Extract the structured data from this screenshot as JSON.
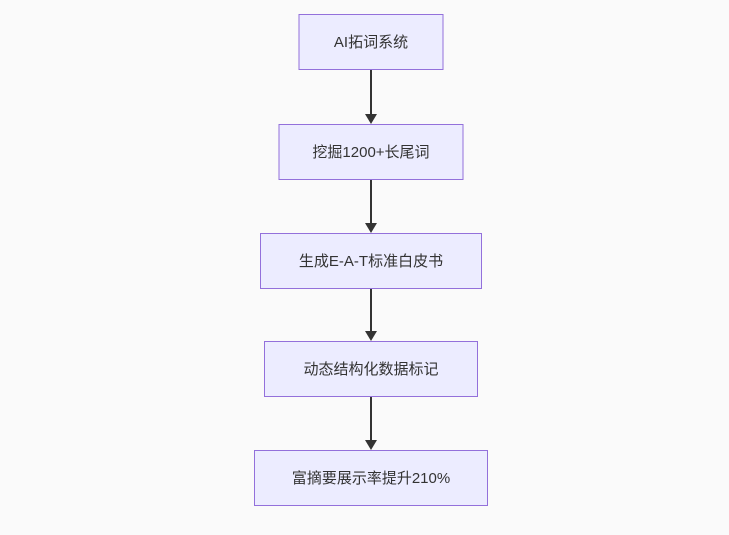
{
  "diagram": {
    "type": "flowchart",
    "direction": "top-down",
    "nodes": [
      {
        "id": "step-1",
        "label": "AI拓词系统"
      },
      {
        "id": "step-2",
        "label": "挖掘1200+长尾词"
      },
      {
        "id": "step-3",
        "label": "生成E-A-T标准白皮书"
      },
      {
        "id": "step-4",
        "label": "动态结构化数据标记"
      },
      {
        "id": "step-5",
        "label": "富摘要展示率提升210%"
      }
    ],
    "edges": [
      {
        "from": "step-1",
        "to": "step-2"
      },
      {
        "from": "step-2",
        "to": "step-3"
      },
      {
        "from": "step-3",
        "to": "step-4"
      },
      {
        "from": "step-4",
        "to": "step-5"
      }
    ],
    "colors": {
      "node_fill": "#ECECFF",
      "node_border": "#9370DB",
      "text": "#333333",
      "arrow": "#333333",
      "background": "#fafafa"
    }
  }
}
